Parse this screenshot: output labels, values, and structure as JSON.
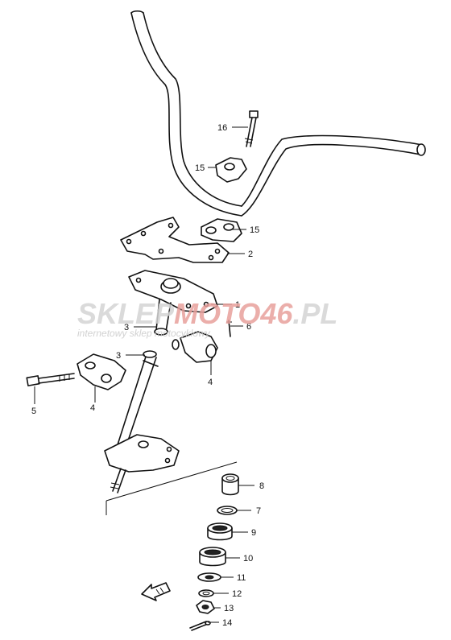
{
  "watermark": {
    "brand_a": "SKLEP",
    "brand_b": "MOTO",
    "brand_c": "46",
    "brand_d": ".PL",
    "tagline": "internetowy sklep motocyklowy"
  },
  "callouts": [
    "16",
    "15",
    "15",
    "2",
    "1",
    "6",
    "3",
    "3",
    "4",
    "4",
    "5",
    "8",
    "7",
    "9",
    "10",
    "11",
    "12",
    "13",
    "14"
  ],
  "colors": {
    "ink": "#111111",
    "watermark_gray": "#c9c9c9",
    "watermark_red": "#e8a09c"
  }
}
